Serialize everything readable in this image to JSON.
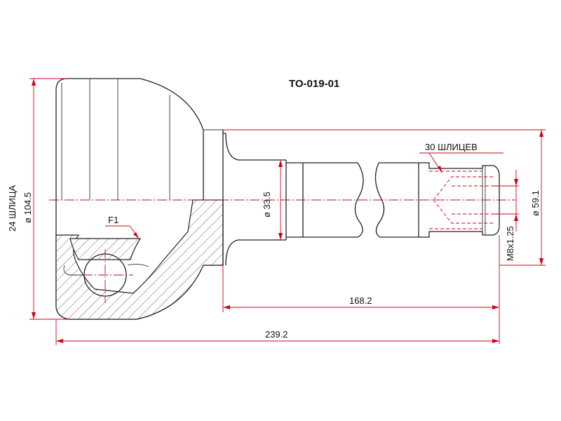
{
  "drawing": {
    "part_number": "TO-019-01",
    "dimensions": {
      "outer_diameter": "ø 104.5",
      "inner_splines": "24 ШЛИЦА",
      "neck_diameter": "ø 33.5",
      "outer_splines": "30 ШЛИЦЕВ",
      "seal_diameter": "ø 59.1",
      "thread": "M8x1.25",
      "shaft_length": "168.2",
      "overall_length": "239.2",
      "flat_label": "F1"
    },
    "colors": {
      "dimension_lines": "#d0021b",
      "outline": "#222222"
    }
  }
}
